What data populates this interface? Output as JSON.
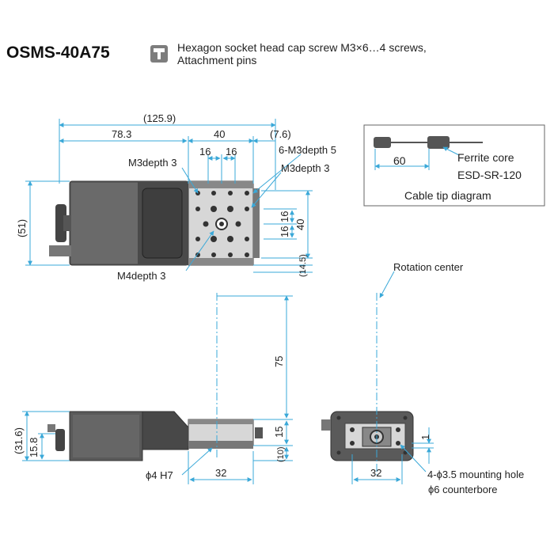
{
  "header": {
    "model": "OSMS-40A75",
    "description_line1": "Hexagon socket head cap screw M3×6…4 screws,",
    "description_line2": "Attachment pins"
  },
  "top_view": {
    "dim_total": "(125.9)",
    "dim_left": "78.3",
    "dim_center": "40",
    "dim_right": "(7.6)",
    "dim_16a": "16",
    "dim_16b": "16",
    "dim_height": "(51)",
    "dim_v16a": "16",
    "dim_v16b": "16",
    "dim_v40": "40",
    "dim_14_5": "(14.5)",
    "label_m3_depth3_left": "M3depth 3",
    "label_6m3": "6-M3depth 5",
    "label_m3_depth3_right": "M3depth 3",
    "label_m4": "M4depth 3"
  },
  "cable_tip": {
    "dim_60": "60",
    "ferrite": "Ferrite core",
    "esd": "ESD-SR-120",
    "caption": "Cable tip diagram"
  },
  "side_view": {
    "rotation_center": "Rotation center",
    "dim_75": "75",
    "dim_31_6": "(31.6)",
    "dim_15_8": "15.8",
    "dim_15": "15",
    "dim_10": "(10)",
    "phi4": "ϕ4 H7",
    "dim_32": "32"
  },
  "end_view": {
    "dim_1": "1",
    "dim_32": "32",
    "mounting": "4-ϕ3.5 mounting hole",
    "counterbore": "ϕ6 counterbore"
  },
  "colors": {
    "line": "#3aa8d8",
    "body": "#555555",
    "dark": "#333333"
  }
}
